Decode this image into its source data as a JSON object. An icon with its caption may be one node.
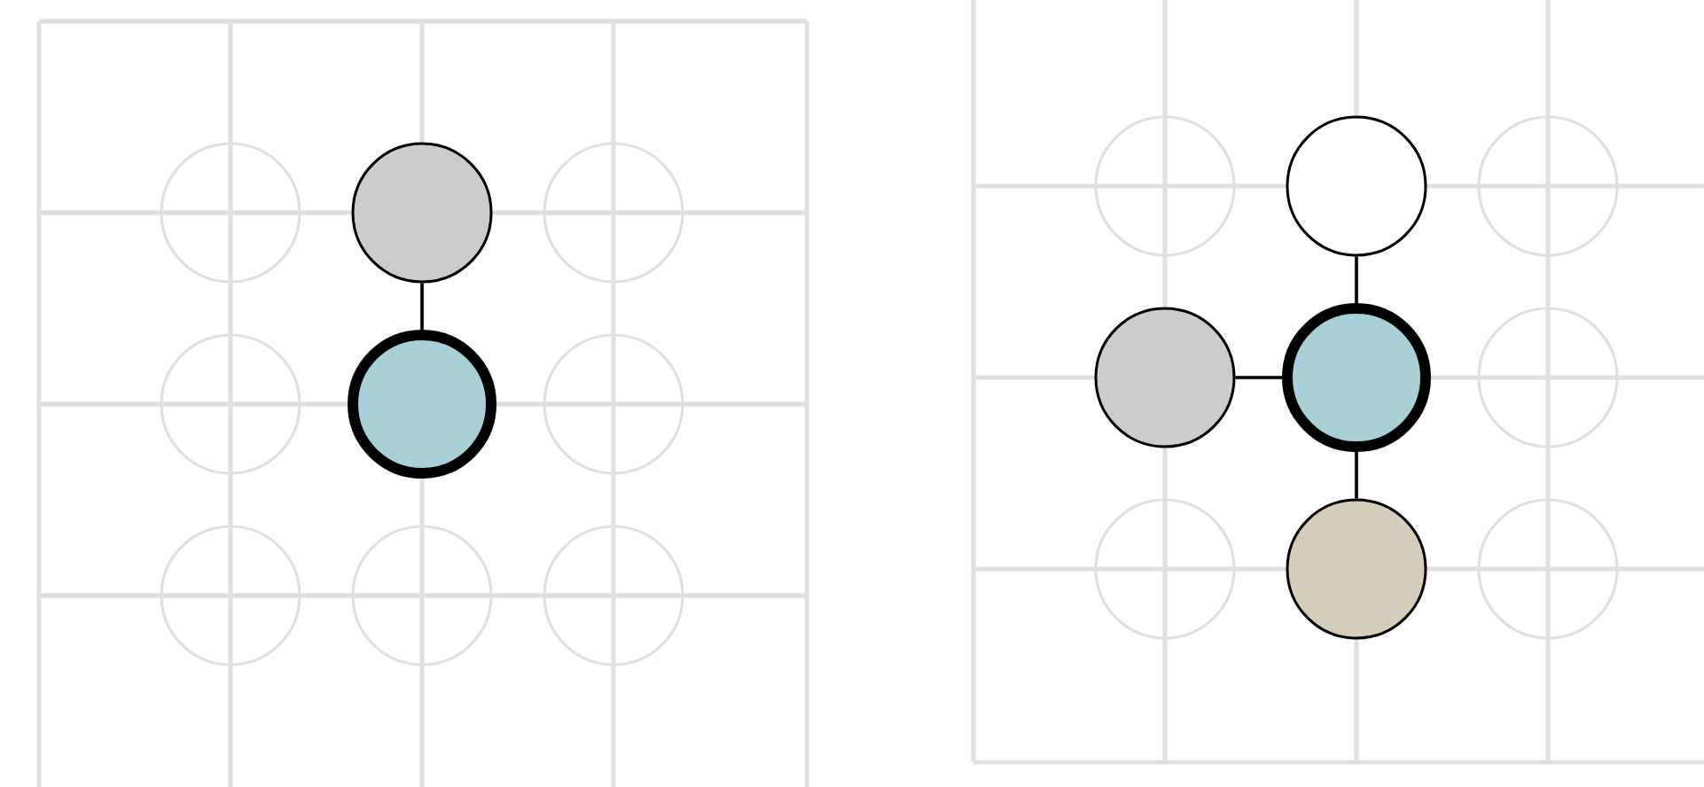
{
  "diagram": {
    "nodes": [
      {
        "text": [],
        "shape": "circle"
      },
      {
        "text": [],
        "shape": "circle"
      },
      {
        "text": [],
        "shape": "circle"
      },
      {
        "text": [],
        "shape": "circle"
      },
      {
        "text": [],
        "shape": "circle"
      },
      {
        "text": [],
        "shape": "circle"
      },
      {
        "text": [],
        "shape": "circle"
      },
      {
        "text": [],
        "shape": "circle"
      },
      {
        "text": [],
        "shape": "circle"
      },
      {
        "text": [],
        "shape": "circle"
      },
      {
        "text": [],
        "shape": "circle"
      },
      {
        "text": [],
        "shape": "circle"
      },
      {
        "text": [],
        "shape": "circle"
      },
      {
        "text": [],
        "shape": "circle"
      },
      {
        "text": [],
        "shape": "circle"
      },
      {
        "text": [],
        "shape": "circle"
      },
      {
        "text": [],
        "shape": "circle"
      },
      {
        "text": [],
        "shape": "circle"
      }
    ],
    "edges": [
      {
        "from": 1,
        "to": 4,
        "arrow": "none"
      },
      {
        "from": 10,
        "to": 13,
        "arrow": "none"
      },
      {
        "from": 12,
        "to": 13,
        "arrow": "none"
      },
      {
        "from": 13,
        "to": 16,
        "arrow": "none"
      }
    ]
  }
}
